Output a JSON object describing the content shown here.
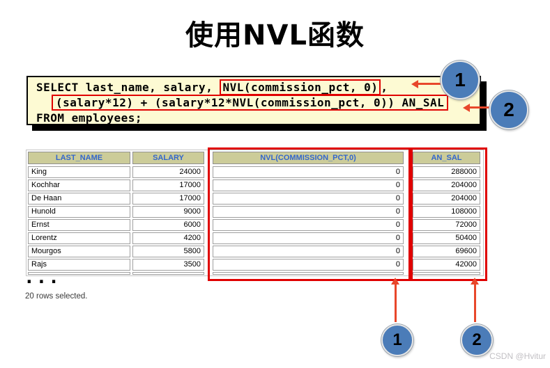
{
  "title": "使用NVL函数",
  "sql": {
    "line1_pre": "SELECT last_name, salary, ",
    "line1_boxed": "NVL(commission_pct, 0)",
    "line1_post": ",",
    "line2_boxed": "(salary*12) + (salary*12*NVL(commission_pct, 0)) AN_SAL",
    "line3": "FROM employees;"
  },
  "callouts": {
    "one": "1",
    "two": "2"
  },
  "result_table": {
    "headers": [
      "LAST_NAME",
      "SALARY",
      "NVL(COMMISSION_PCT,0)",
      "AN_SAL"
    ],
    "rows": [
      [
        "King",
        "24000",
        "0",
        "288000"
      ],
      [
        "Kochhar",
        "17000",
        "0",
        "204000"
      ],
      [
        "De Haan",
        "17000",
        "0",
        "204000"
      ],
      [
        "Hunold",
        "9000",
        "0",
        "108000"
      ],
      [
        "Ernst",
        "6000",
        "0",
        "72000"
      ],
      [
        "Lorentz",
        "4200",
        "0",
        "50400"
      ],
      [
        "Mourgos",
        "5800",
        "0",
        "69600"
      ],
      [
        "Rajs",
        "3500",
        "0",
        "42000"
      ]
    ]
  },
  "ellipsis": "...",
  "status": "20 rows selected.",
  "watermark": "CSDN @Hvitur",
  "colors": {
    "highlight_red": "#e00000",
    "arrow_orange": "#e8472b",
    "callout_blue": "#4b7cb8",
    "header_bg": "#cccc99",
    "header_text": "#3366cc",
    "code_bg": "#fdfad3"
  }
}
